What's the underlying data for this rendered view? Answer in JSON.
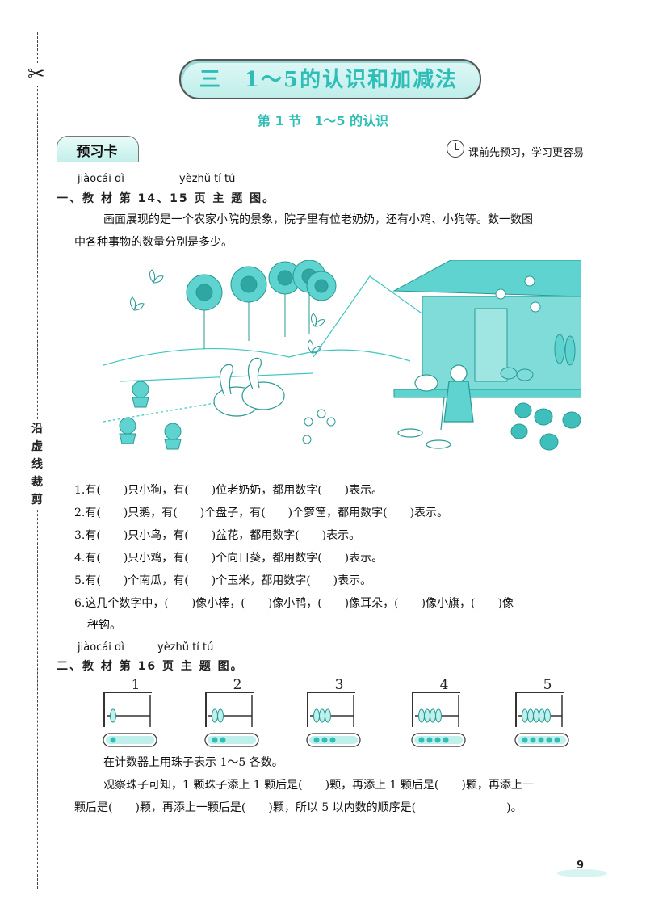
{
  "cut_label": "沿虚线裁剪",
  "header_fields": [
    "",
    "",
    ""
  ],
  "title": "三　1～5的认识和加减法",
  "section": "第 1 节　1～5 的认识",
  "card": {
    "tab": "预习卡",
    "slogan": "课前先预习，学习更容易"
  },
  "part1": {
    "pinyin1": "jiàocái dì",
    "pinyin2": "yèzhǔ tí tú",
    "heading": "一、教 材 第 14、15 页 主 题 图。",
    "intro_line1": "画面展现的是一个农家小院的景象，院子里有位老奶奶，还有小鸡、小狗等。数一数图",
    "intro_line2": "中各种事物的数量分别是多少。",
    "items": [
      "1.有(　　)只小狗，有(　　)位老奶奶，都用数字(　　)表示。",
      "2.有(　　)只鹅，有(　　)个盘子，有(　　)个箩筐，都用数字(　　)表示。",
      "3.有(　　)只小鸟，有(　　)盆花，都用数字(　　)表示。",
      "4.有(　　)只小鸡，有(　　)个向日葵，都用数字(　　)表示。",
      "5.有(　　)个南瓜，有(　　)个玉米，都用数字(　　)表示。",
      "6.这几个数字中，(　　)像小棒，(　　)像小鸭，(　　)像耳朵，(　　)像小旗，(　　)像",
      "秤钩。"
    ]
  },
  "part2": {
    "pinyin1": "jiàocái dì",
    "pinyin2": "yèzhǔ tí tú",
    "heading": "二、教 材 第 16 页 主 题 图。",
    "abacus_labels": [
      "1",
      "2",
      "3",
      "4",
      "5"
    ],
    "abacus_counts": [
      1,
      2,
      3,
      4,
      5
    ],
    "line1": "在计数器上用珠子表示 1～5 各数。",
    "line2": "观察珠子可知，1 颗珠子添上 1 颗后是(　　)颗，再添上 1 颗后是(　　)颗，再添上一",
    "line3": "颗后是(　　)颗，再添上一颗后是(　　)颗，所以 5 以内数的顺序是(　　　　　　　　)。"
  },
  "page_number": "9",
  "colors": {
    "accent": "#2fbdb7",
    "scene": "#3fc6c2"
  }
}
